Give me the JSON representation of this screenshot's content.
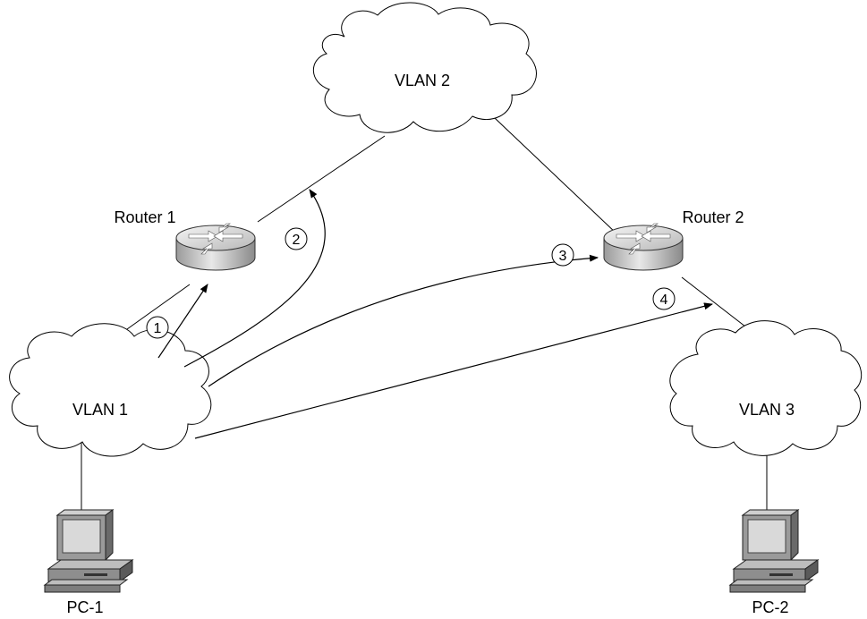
{
  "clouds": {
    "vlan1": "VLAN 1",
    "vlan2": "VLAN 2",
    "vlan3": "VLAN 3"
  },
  "routers": {
    "router1": "Router 1",
    "router2": "Router 2"
  },
  "pcs": {
    "pc1": "PC-1",
    "pc2": "PC-2"
  },
  "steps": [
    "1",
    "2",
    "3",
    "4"
  ]
}
